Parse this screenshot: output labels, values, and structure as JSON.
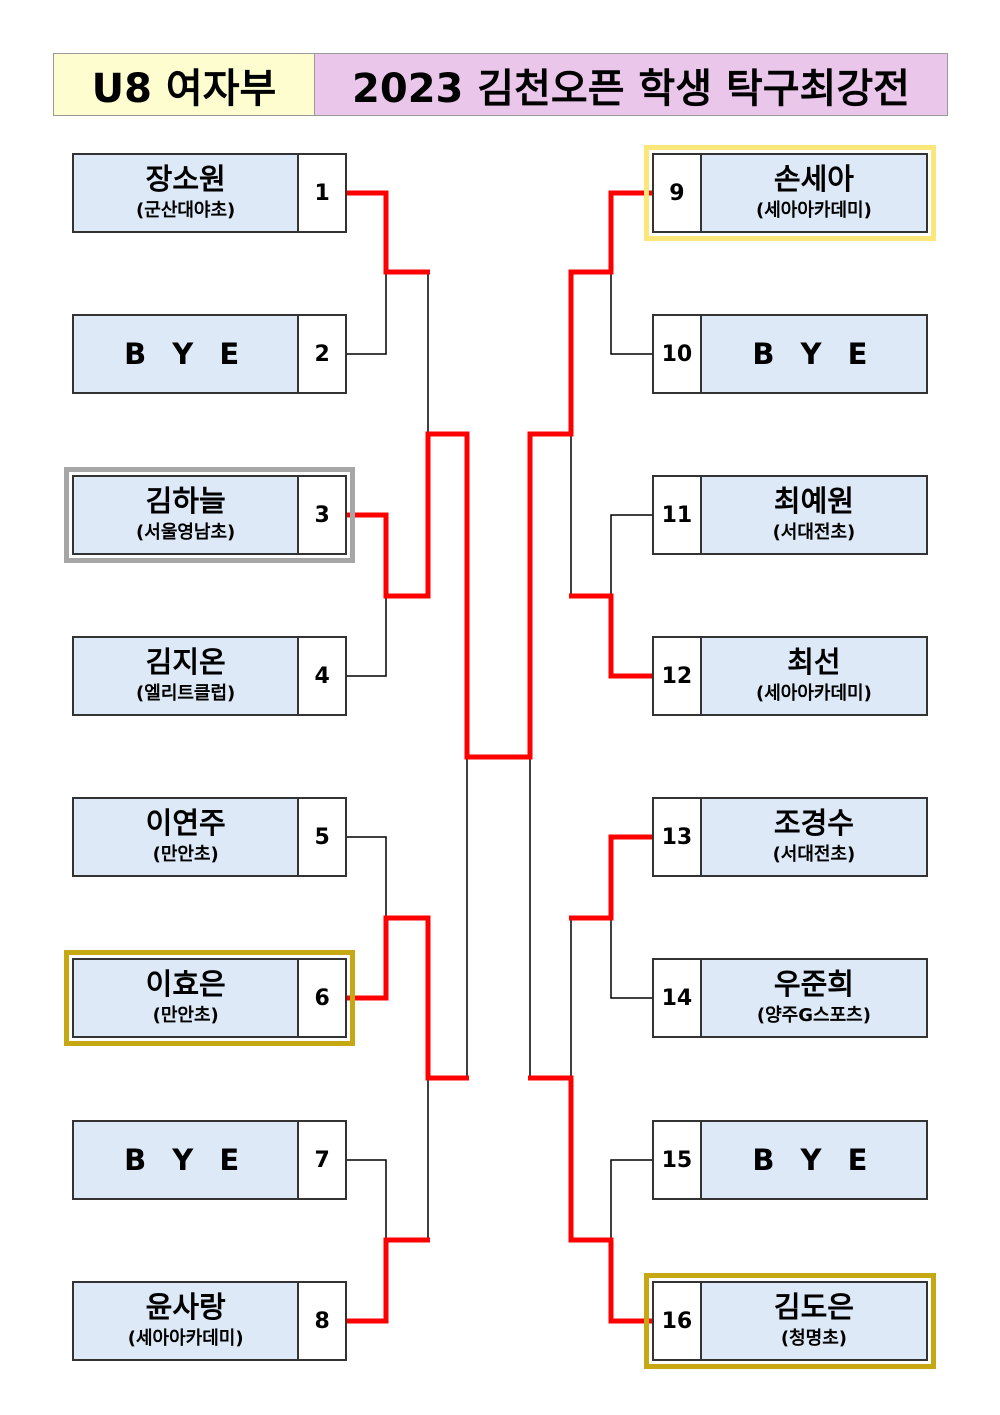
{
  "header": {
    "division": "U8  여자부",
    "title": "2023 김천오픈  학생  탁구최강전"
  },
  "players": [
    {
      "seed": "1",
      "name": "장소원",
      "club": "(군산대야초)"
    },
    {
      "seed": "2",
      "name": "B Y E",
      "club": ""
    },
    {
      "seed": "3",
      "name": "김하늘",
      "club": "(서울영남초)"
    },
    {
      "seed": "4",
      "name": "김지온",
      "club": "(엘리트클럽)"
    },
    {
      "seed": "5",
      "name": "이연주",
      "club": "(만안초)"
    },
    {
      "seed": "6",
      "name": "이효은",
      "club": "(만안초)"
    },
    {
      "seed": "7",
      "name": "B Y E",
      "club": ""
    },
    {
      "seed": "8",
      "name": "윤사랑",
      "club": "(세아아카데미)"
    },
    {
      "seed": "9",
      "name": "손세아",
      "club": "(세아아카데미)"
    },
    {
      "seed": "10",
      "name": "B Y E",
      "club": ""
    },
    {
      "seed": "11",
      "name": "최예원",
      "club": "(서대전초)"
    },
    {
      "seed": "12",
      "name": "최선",
      "club": "(세아아카데미)"
    },
    {
      "seed": "13",
      "name": "조경수",
      "club": "(서대전초)"
    },
    {
      "seed": "14",
      "name": "우준희",
      "club": "(양주G스포츠)"
    },
    {
      "seed": "15",
      "name": "B Y E",
      "club": ""
    },
    {
      "seed": "16",
      "name": "김도은",
      "club": "(청명초)"
    }
  ],
  "colors": {
    "winner_line": "#ff0000",
    "bracket_line": "#000000",
    "champion_border": "#fbe67a",
    "finalist_border": "#c6a812",
    "semifinal_border": "#a6a6a6"
  }
}
